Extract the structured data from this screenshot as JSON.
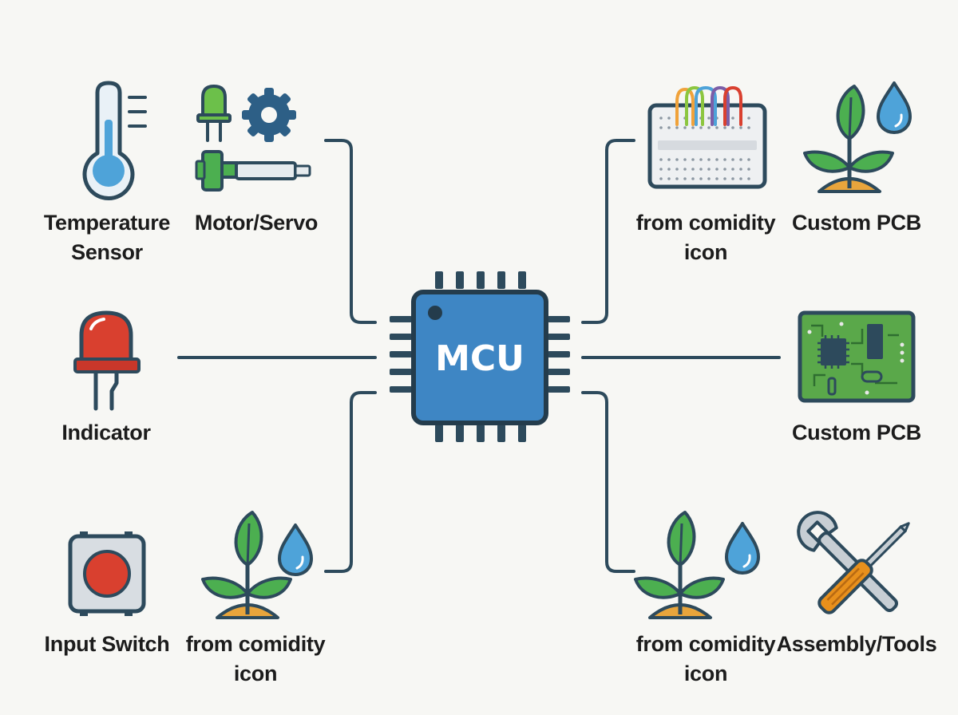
{
  "mcu": {
    "label": "MCU"
  },
  "nodes": {
    "temperature_sensor": {
      "line1": "Temperature",
      "line2": "Sensor",
      "icon": "thermometer-icon"
    },
    "motor_servo": {
      "line1": "Motor/Servo",
      "icon": "motor-servo-icon"
    },
    "indicator": {
      "line1": "Indicator",
      "icon": "led-icon"
    },
    "input_switch": {
      "line1": "Input Switch",
      "icon": "push-button-icon"
    },
    "plant_bottom_left": {
      "line1": "from comidity",
      "line2": "icon",
      "icon": "plant-water-icon"
    },
    "breadboard": {
      "line1": "from comidity",
      "line2": "icon",
      "icon": "breadboard-icon"
    },
    "plant_top_right": {
      "line1": "Custom PCB",
      "icon": "plant-water-icon"
    },
    "custom_pcb": {
      "line1": "Custom PCB",
      "icon": "circuit-board-icon"
    },
    "plant_bottom_right": {
      "line1": "from comidity",
      "line2": "icon",
      "icon": "plant-water-icon"
    },
    "assembly_tools": {
      "line1": "Assembly/Tools",
      "icon": "wrench-screwdriver-icon"
    }
  },
  "colors": {
    "connector": "#2d4a5c",
    "chip_blue": "#3e86c4",
    "chip_outline": "#243c4c",
    "led_red": "#d9402f",
    "leaf_green": "#4caf50",
    "water_blue": "#4ea3d9",
    "soil_orange": "#e8a53c"
  }
}
